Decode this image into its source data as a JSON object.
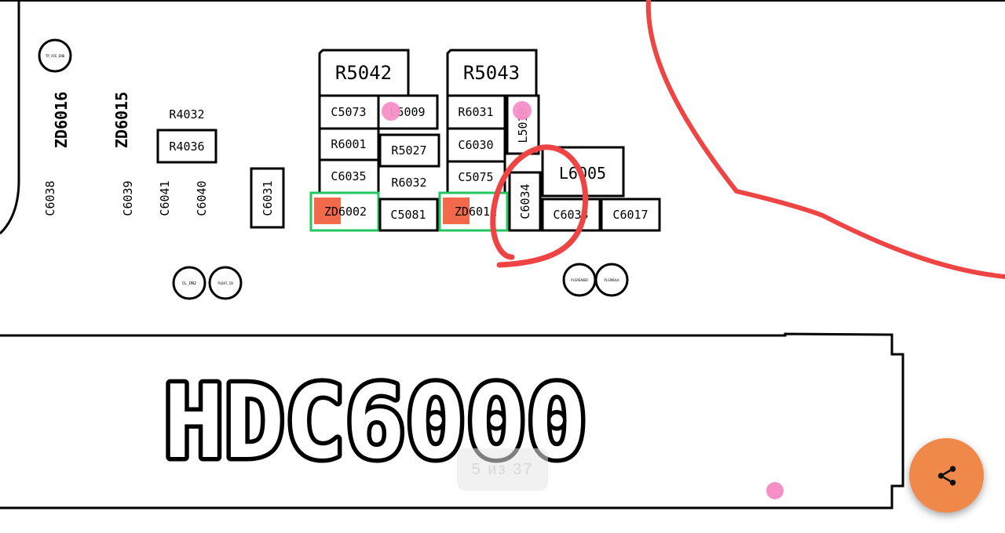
{
  "colors": {
    "background": "#ffffff",
    "outline": "#000000",
    "annotation_red": "#ef4444",
    "green_highlight": "#22c55e",
    "orange_fill": "#f26a4b",
    "pink_marker": "#f58fc6",
    "share_button": "#f0884a"
  },
  "components": {
    "R5042": "R5042",
    "R5043": "R5043",
    "C5073": "C5073",
    "L5009": "L5009",
    "R6031": "R6031",
    "L5010": "L5010",
    "R6001": "R6001",
    "R5027": "R5027",
    "C6030": "C6030",
    "C6035": "C6035",
    "R6032": "R6032",
    "C5075": "C5075",
    "L6005": "L6005",
    "C6034": "C6034",
    "ZD6002": "ZD6002",
    "C5081": "C5081",
    "ZD6011": "ZD6011",
    "C6033": "C6033",
    "C6017": "C6017",
    "R4032": "R4032",
    "R4036": "R4036",
    "ZD6016": "ZD6016",
    "ZD6015": "ZD6015",
    "C6038": "C6038",
    "C6039": "C6039",
    "C6041": "C6041",
    "C6040": "C6040",
    "C6031": "C6031"
  },
  "testpoints": {
    "tp_top_left": "TP_AFE_ENB",
    "tp_bottom_1": "CL_DN2",
    "tp_bottom_2": "PLBAT_IN",
    "tp_right_1": "PLSPEAKER",
    "tp_right_2": "PLSPKDLK"
  },
  "connector": {
    "label": "HDC6000"
  },
  "pager": {
    "text": "5 из 37"
  },
  "share": {
    "icon": "share-icon"
  }
}
